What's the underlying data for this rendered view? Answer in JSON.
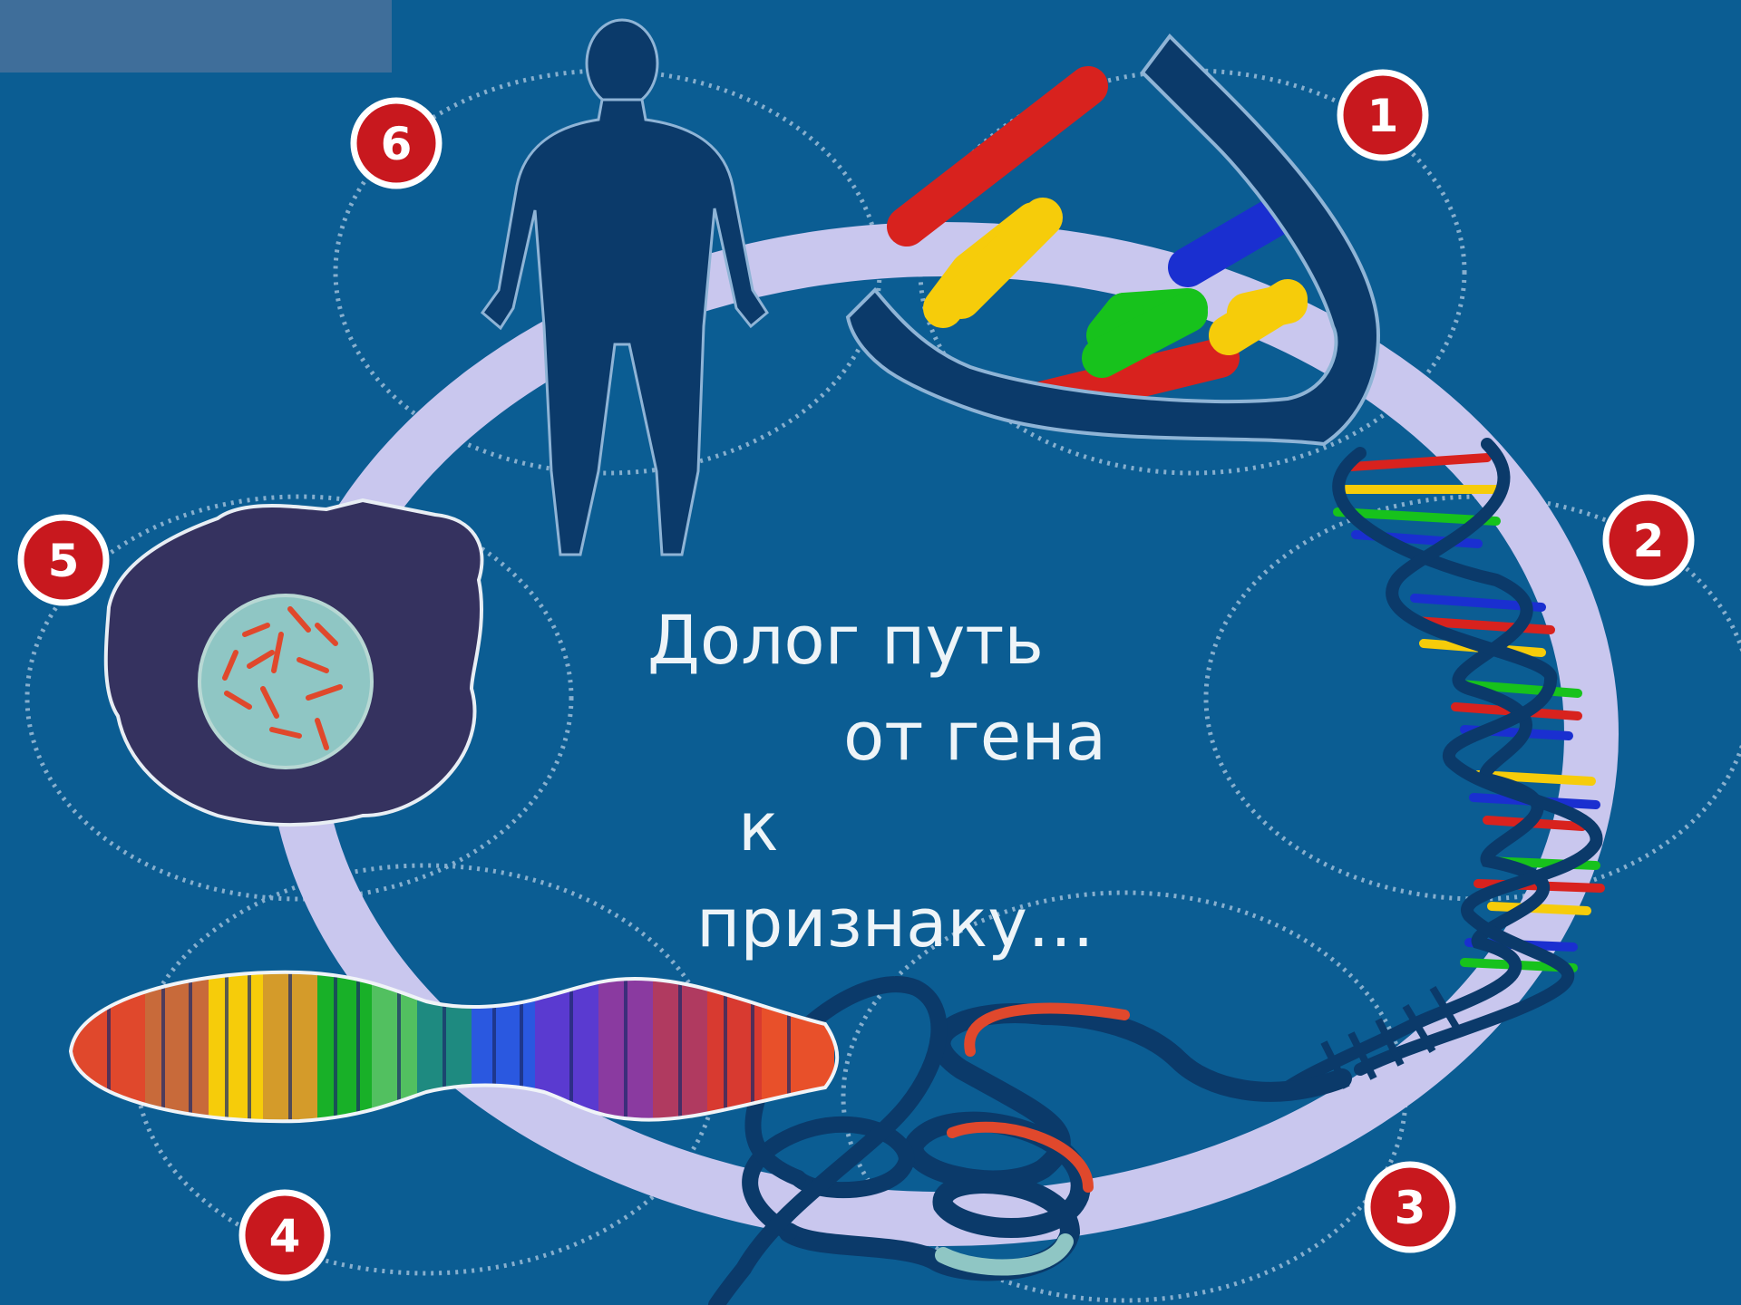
{
  "colors": {
    "background": "#0b5d93",
    "ring": "#c9c7ee",
    "dark_navy": "#0b3a6a",
    "badge_red": "#c8181e",
    "cell_body": "#35325f",
    "nucleus": "#8fc6c4",
    "chromo_red": "#e0482c",
    "base_red": "#d8221e",
    "base_yellow": "#f6cc0a",
    "base_blue": "#1a2fd0",
    "base_green": "#17c21c",
    "coil_teal": "#8fc6c4"
  },
  "icons": {
    "human": "human-silhouette-icon",
    "cell": "cell-with-nucleus-icon",
    "dna": "dna-double-helix-icon",
    "chromosome": "chromosome-banded-icon",
    "coil": "chromatin-coil-icon"
  },
  "stages": [
    {
      "number": "1"
    },
    {
      "number": "2"
    },
    {
      "number": "3"
    },
    {
      "number": "4"
    },
    {
      "number": "5"
    },
    {
      "number": "6"
    }
  ],
  "title": {
    "line1": "Долог путь",
    "line2": "от гена",
    "line3": "к",
    "line4": "признаку…"
  }
}
